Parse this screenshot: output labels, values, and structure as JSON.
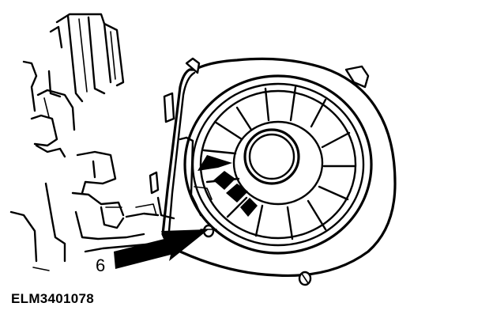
{
  "figure": {
    "reference_code": "ELM3401078",
    "callout_number": "6"
  },
  "colors": {
    "ink": "#000000",
    "paper": "#ffffff"
  },
  "icons": [
    "blower-motor-housing",
    "blower-wheel",
    "motor-hub",
    "retaining-tab",
    "clip-arrow-pointer",
    "direction-arrow"
  ]
}
